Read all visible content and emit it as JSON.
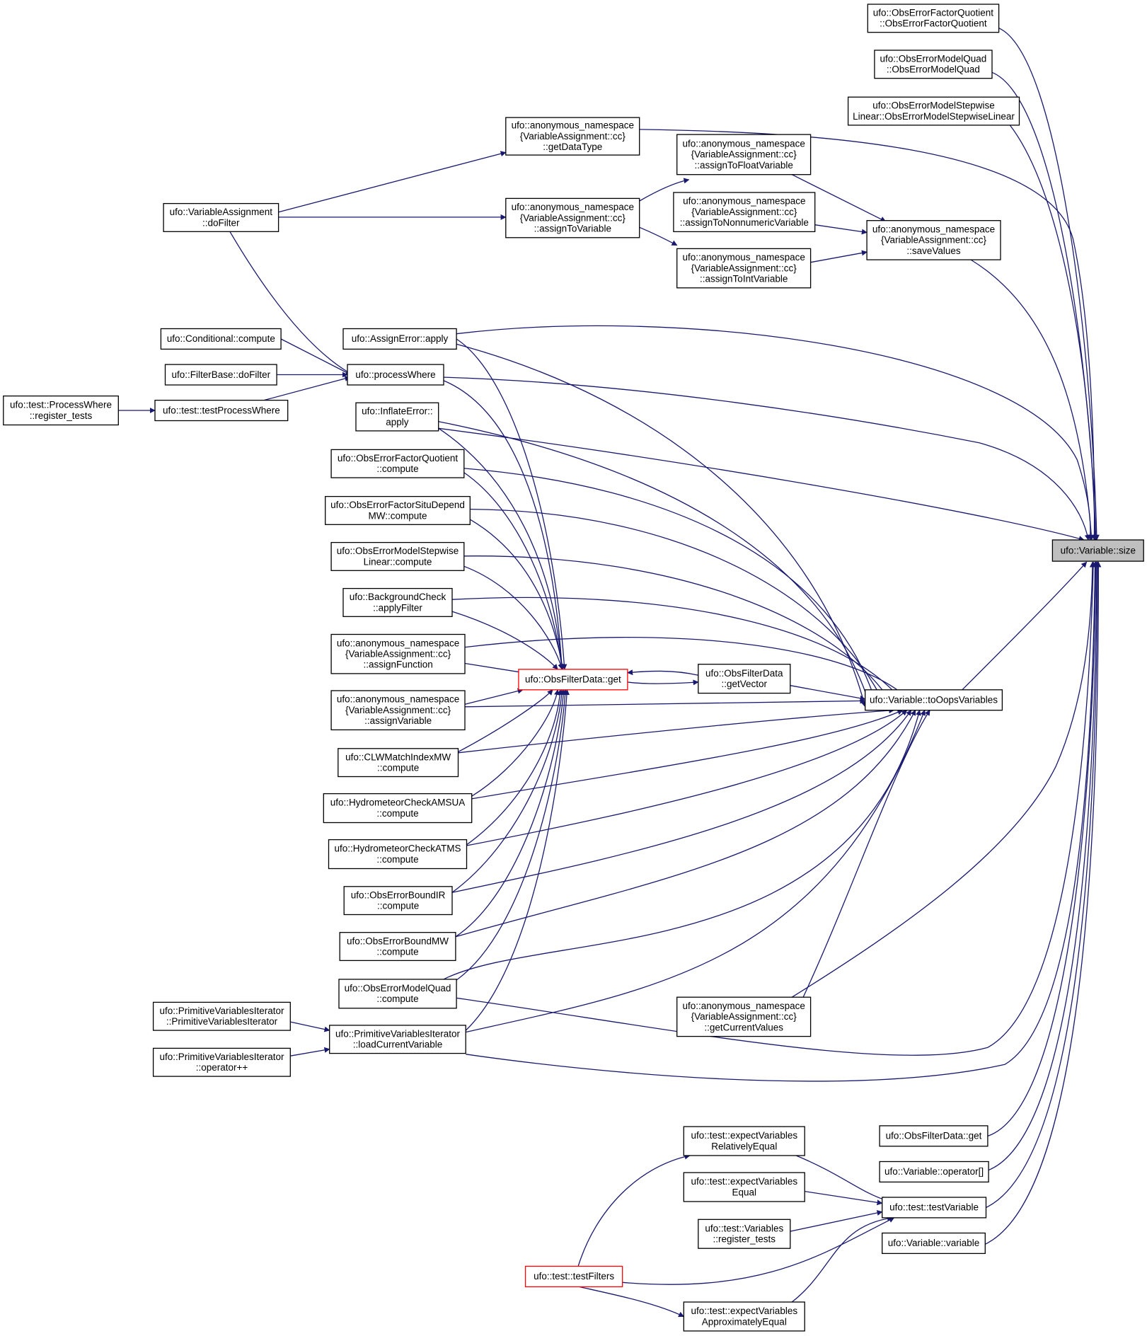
{
  "nodes": [
    {
      "id": "root",
      "lines": [
        "ufo::Variable::size"
      ],
      "style": "root"
    },
    {
      "id": "efq_ctor",
      "lines": [
        "ufo::ObsErrorFactorQuotient",
        "::ObsErrorFactorQuotient"
      ]
    },
    {
      "id": "emq_ctor",
      "lines": [
        "ufo::ObsErrorModelQuad",
        "::ObsErrorModelQuad"
      ]
    },
    {
      "id": "emsl_ctor",
      "lines": [
        "ufo::ObsErrorModelStepwise",
        "Linear::ObsErrorModelStepwiseLinear"
      ]
    },
    {
      "id": "getDataType",
      "lines": [
        "ufo::anonymous_namespace",
        "{VariableAssignment::cc}",
        "::getDataType"
      ]
    },
    {
      "id": "assignToFloat",
      "lines": [
        "ufo::anonymous_namespace",
        "{VariableAssignment::cc}",
        "::assignToFloatVariable"
      ]
    },
    {
      "id": "assignToVariable",
      "lines": [
        "ufo::anonymous_namespace",
        "{VariableAssignment::cc}",
        "::assignToVariable"
      ]
    },
    {
      "id": "assignToNonnumeric",
      "lines": [
        "ufo::anonymous_namespace",
        "{VariableAssignment::cc}",
        "::assignToNonnumericVariable"
      ]
    },
    {
      "id": "saveValues",
      "lines": [
        "ufo::anonymous_namespace",
        "{VariableAssignment::cc}",
        "::saveValues"
      ]
    },
    {
      "id": "assignToInt",
      "lines": [
        "ufo::anonymous_namespace",
        "{VariableAssignment::cc}",
        "::assignToIntVariable"
      ]
    },
    {
      "id": "vaDoFilter",
      "lines": [
        "ufo::VariableAssignment",
        "::doFilter"
      ]
    },
    {
      "id": "assignErrorApply",
      "lines": [
        "ufo::AssignError::apply"
      ]
    },
    {
      "id": "condCompute",
      "lines": [
        "ufo::Conditional::compute"
      ]
    },
    {
      "id": "processWhere",
      "lines": [
        "ufo::processWhere"
      ]
    },
    {
      "id": "fbDoFilter",
      "lines": [
        "ufo::FilterBase::doFilter"
      ]
    },
    {
      "id": "testProcessWhere",
      "lines": [
        "ufo::test::testProcessWhere"
      ]
    },
    {
      "id": "pwRegister",
      "lines": [
        "ufo::test::ProcessWhere",
        "::register_tests"
      ]
    },
    {
      "id": "inflateApply",
      "lines": [
        "ufo::InflateError::",
        "apply"
      ]
    },
    {
      "id": "efqCompute",
      "lines": [
        "ufo::ObsErrorFactorQuotient",
        "::compute"
      ]
    },
    {
      "id": "efsdCompute",
      "lines": [
        "ufo::ObsErrorFactorSituDepend",
        "MW::compute"
      ]
    },
    {
      "id": "emslCompute",
      "lines": [
        "ufo::ObsErrorModelStepwise",
        "Linear::compute"
      ]
    },
    {
      "id": "bgApply",
      "lines": [
        "ufo::BackgroundCheck",
        "::applyFilter"
      ]
    },
    {
      "id": "assignFunction",
      "lines": [
        "ufo::anonymous_namespace",
        "{VariableAssignment::cc}",
        "::assignFunction"
      ]
    },
    {
      "id": "ofdGet",
      "lines": [
        "ufo::ObsFilterData::get"
      ],
      "style": "red"
    },
    {
      "id": "getVector",
      "lines": [
        "ufo::ObsFilterData",
        "::getVector"
      ]
    },
    {
      "id": "toOops",
      "lines": [
        "ufo::Variable::toOopsVariables"
      ]
    },
    {
      "id": "assignVariable",
      "lines": [
        "ufo::anonymous_namespace",
        "{VariableAssignment::cc}",
        "::assignVariable"
      ]
    },
    {
      "id": "clwCompute",
      "lines": [
        "ufo::CLWMatchIndexMW",
        "::compute"
      ]
    },
    {
      "id": "hcAmsuaCompute",
      "lines": [
        "ufo::HydrometeorCheckAMSUA",
        "::compute"
      ]
    },
    {
      "id": "hcAtmsCompute",
      "lines": [
        "ufo::HydrometeorCheckATMS",
        "::compute"
      ]
    },
    {
      "id": "ebIrCompute",
      "lines": [
        "ufo::ObsErrorBoundIR",
        "::compute"
      ]
    },
    {
      "id": "ebMwCompute",
      "lines": [
        "ufo::ObsErrorBoundMW",
        "::compute"
      ]
    },
    {
      "id": "emqCompute",
      "lines": [
        "ufo::ObsErrorModelQuad",
        "::compute"
      ]
    },
    {
      "id": "getCurrentValues",
      "lines": [
        "ufo::anonymous_namespace",
        "{VariableAssignment::cc}",
        "::getCurrentValues"
      ]
    },
    {
      "id": "pviCtor",
      "lines": [
        "ufo::PrimitiveVariablesIterator",
        "::PrimitiveVariablesIterator"
      ]
    },
    {
      "id": "pviLoad",
      "lines": [
        "ufo::PrimitiveVariablesIterator",
        "::loadCurrentVariable"
      ]
    },
    {
      "id": "pviInc",
      "lines": [
        "ufo::PrimitiveVariablesIterator",
        "::operator++"
      ]
    },
    {
      "id": "ofdGet2",
      "lines": [
        "ufo::ObsFilterData::get"
      ]
    },
    {
      "id": "expRelEq",
      "lines": [
        "ufo::test::expectVariables",
        "RelativelyEqual"
      ]
    },
    {
      "id": "varOpIdx",
      "lines": [
        "ufo::Variable::operator[]"
      ]
    },
    {
      "id": "expEq",
      "lines": [
        "ufo::test::expectVariables",
        "Equal"
      ]
    },
    {
      "id": "testVariable",
      "lines": [
        "ufo::test::testVariable"
      ]
    },
    {
      "id": "varsRegister",
      "lines": [
        "ufo::test::Variables",
        "::register_tests"
      ]
    },
    {
      "id": "varVariable",
      "lines": [
        "ufo::Variable::variable"
      ]
    },
    {
      "id": "testFilters",
      "lines": [
        "ufo::test::testFilters"
      ],
      "style": "red"
    },
    {
      "id": "expApproxEq",
      "lines": [
        "ufo::test::expectVariables",
        "ApproximatelyEqual"
      ]
    }
  ]
}
